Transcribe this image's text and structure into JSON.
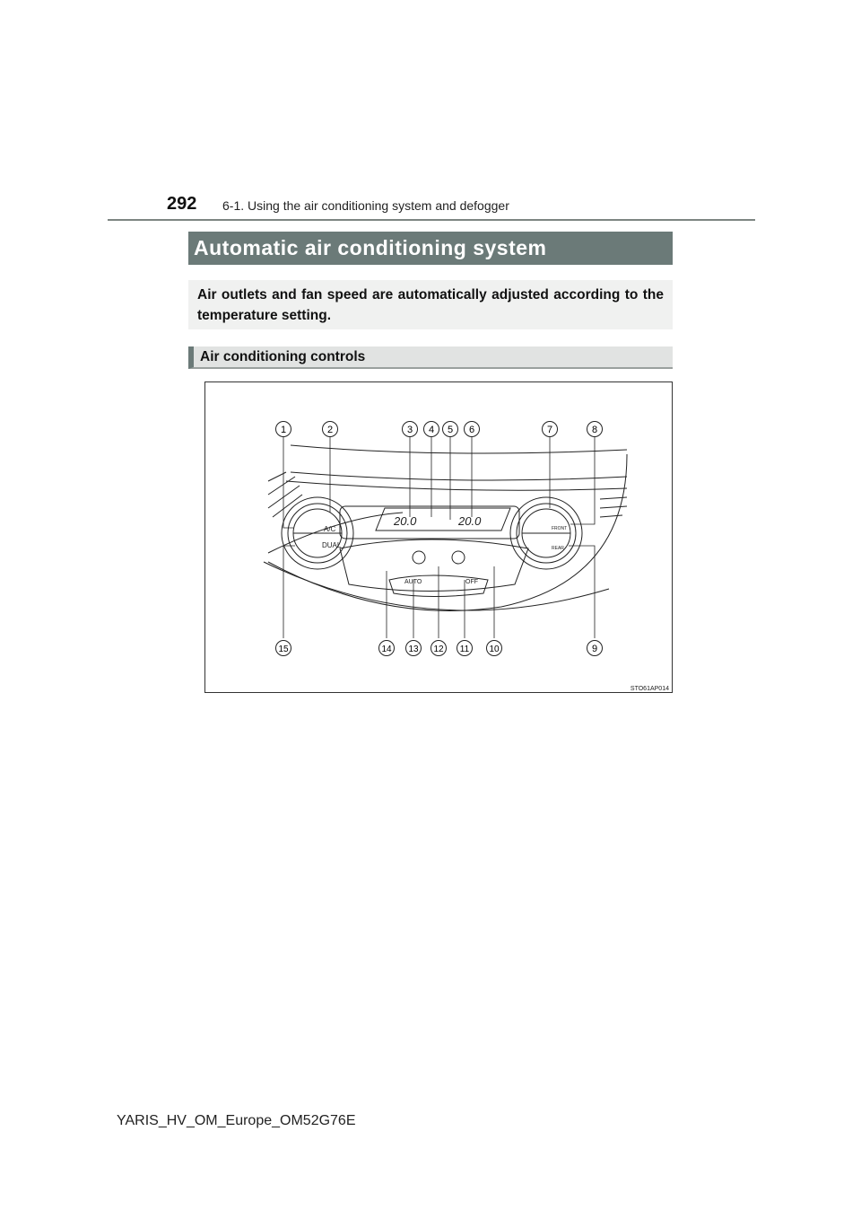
{
  "header": {
    "page_number": "292",
    "section": "6-1. Using the air conditioning system and defogger"
  },
  "title": "Automatic air conditioning system",
  "intro": "Air outlets and fan speed are automatically adjusted according to the temperature setting.",
  "subheading": "Air conditioning controls",
  "figure": {
    "callouts_top": [
      "1",
      "2",
      "3",
      "4",
      "5",
      "6",
      "7",
      "8"
    ],
    "callouts_bottom": [
      "15",
      "14",
      "13",
      "12",
      "11",
      "10",
      "9"
    ],
    "panel_labels": {
      "ac": "A/C",
      "dual": "DUAL",
      "temp_left": "20.0",
      "temp_right": "20.0",
      "front": "FRONT",
      "rear": "REAR",
      "auto": "AUTO",
      "off": "OFF"
    },
    "code": "STO61AP014"
  },
  "footer": "YARIS_HV_OM_Europe_OM52G76E"
}
